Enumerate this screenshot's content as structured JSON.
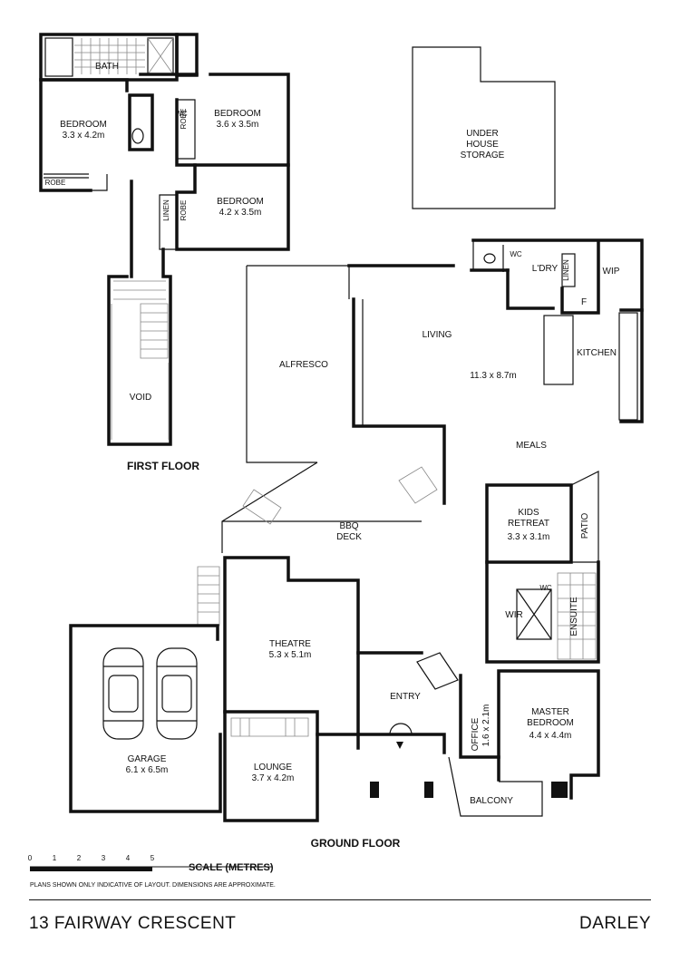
{
  "first_floor": {
    "title": "FIRST FLOOR",
    "bath": "BATH",
    "wc": "WC",
    "bedroom_a": {
      "name": "BEDROOM",
      "size": "3.3 x 4.2m"
    },
    "bedroom_b": {
      "name": "BEDROOM",
      "size": "3.6 x 3.5m"
    },
    "bedroom_c": {
      "name": "BEDROOM",
      "size": "4.2 x 3.5m"
    },
    "robe": "ROBE",
    "linen": "LINEN",
    "void": "VOID",
    "storage": [
      "UNDER",
      "HOUSE",
      "STORAGE"
    ]
  },
  "ground_floor": {
    "title": "GROUND FLOOR",
    "alfresco": "ALFRESCO",
    "living": "LIVING",
    "living_size": "11.3 x 8.7m",
    "kitchen": "KITCHEN",
    "meals": "MEALS",
    "wc": "WC",
    "laundry": "L'DRY",
    "linen": "LINEN",
    "wip": "WIP",
    "fridge": "F",
    "bbq": [
      "BBQ",
      "DECK"
    ],
    "kids": {
      "name": [
        "KIDS",
        "RETREAT"
      ],
      "size": "3.3 x 3.1m"
    },
    "patio": "PATIO",
    "wir": "WIR",
    "ensuite": "ENSUITE",
    "theatre": {
      "name": "THEATRE",
      "size": "5.3 x 5.1m"
    },
    "entry": "ENTRY",
    "office": {
      "name": "OFFICE",
      "size": "1.6 x 2.1m"
    },
    "master": {
      "name": [
        "MASTER",
        "BEDROOM"
      ],
      "size": "4.4 x 4.4m"
    },
    "garage": {
      "name": "GARAGE",
      "size": "6.1 x 6.5m"
    },
    "lounge": {
      "name": "LOUNGE",
      "size": "3.7 x 4.2m"
    },
    "balcony": "BALCONY"
  },
  "scale": {
    "label": "SCALE (METRES)",
    "ticks": [
      "0",
      "1",
      "2",
      "3",
      "4",
      "5"
    ],
    "disclaimer": "PLANS SHOWN ONLY INDICATIVE OF LAYOUT.  DIMENSIONS ARE APPROXIMATE."
  },
  "footer": {
    "address": "13 FAIRWAY CRESCENT",
    "suburb": "DARLEY"
  }
}
